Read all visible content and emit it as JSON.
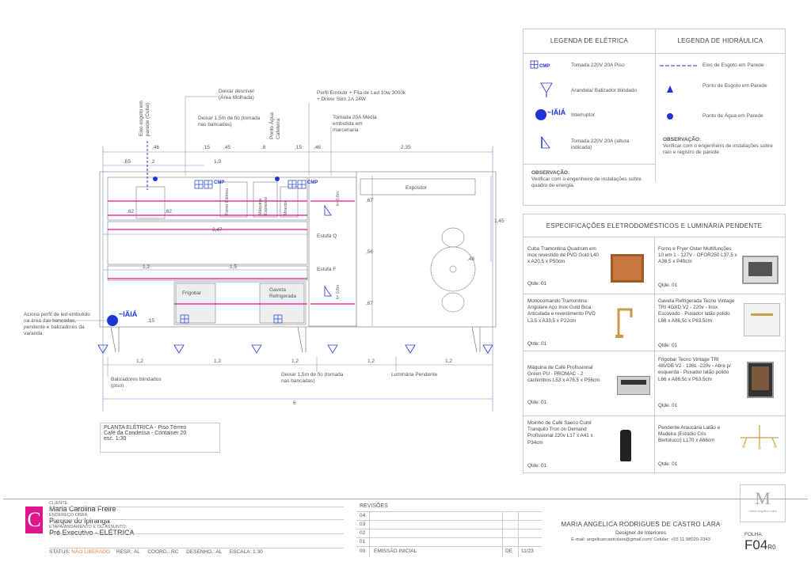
{
  "plan_labels": {
    "eixo_esgoto": "Eixo esgoto em parede (Cuba)",
    "deixar_desnivel": "Deixar desnível (Área Molhada)",
    "deixar_fio_top": "Deixar 1,5m de fio (tomada nas bancadas)",
    "ponto_agua": "Ponto Água Cafeteira",
    "perfil_embutir": "Perfil Embutir + Fita de Led 10w 3000k + Driver Slim 2A 24W",
    "tomada_20a": "Tomada 20A Média embutida em marcenaria",
    "forno_eletrico": "Forno Elétrico",
    "maquina_expresso": "Máquina Expresso",
    "moedor": "Moedor",
    "expositor": "Expositor",
    "estufa_q": "Estufa Q",
    "estufa_f": "Estufa F",
    "frigobar": "Frigobar",
    "gaveta_refrigerada": "Gaveta Refrigerada",
    "aciona_perfil": "Aciona perfil de led embutido na área das bancadas, pendente e balizadores da varanda",
    "balizadores": "Balizadores blindados (piso)",
    "deixar_fio_bottom": "Deixar 1,5m de fio (tomada nas bancadas)",
    "luminaria_pendente": "Luminária Pendente",
    "dims": {
      "d46a": ",46",
      "d15a": ",15",
      "d45": ",45",
      "d8": ",8",
      "d15b": ",15",
      "d46b": ",46",
      "d235": "2,35",
      "d65": ",65",
      "d2": ",2",
      "d19": "1,9",
      "d62a": ",62",
      "d62b": ",62",
      "d347": "3,47",
      "d12a": "1,2",
      "d15c": "1,5",
      "d67a": ",67",
      "d56": ",56",
      "d67b": ",67",
      "d48": ",48",
      "d145": "1,45",
      "d15d": ",15",
      "b12a": "1,2",
      "b12b": "1,2",
      "b12c": "1,2",
      "b12d": "1,2",
      "b12e": "1,2",
      "total": "6",
      "h08a": "h= 0,8m",
      "h08b": "h= 0,8m"
    },
    "cmp": "CMP",
    "switch_symbol": "~IÄIÁ"
  },
  "plan_title": {
    "line1": "PLANTA ELÉTRICA - Piso Térreo",
    "line2": "Café da Condessa - Container 20",
    "line3": "esc. 1:30"
  },
  "legend_eletrica": {
    "title": "LEGENDA DE ELÉTRICA",
    "items": [
      {
        "icon": "outlet-floor-icon",
        "symbol": "CMP",
        "label": "Tomada 220V 20A Piso"
      },
      {
        "icon": "sconce-icon",
        "label": "Arandela/ Balizador blindado"
      },
      {
        "icon": "switch-icon",
        "symbol": "~IÄIÁ",
        "label": "Interruptor"
      },
      {
        "icon": "outlet-wall-icon",
        "label": "Tomada 220V 20A (altura indicada)"
      }
    ],
    "obs_title": "OBSERVAÇÃO:",
    "obs_text": "Verificar com o engenheiro de instalações sobre quadro de energia."
  },
  "legend_hidraulica": {
    "title": "LEGENDA DE HIDRÁULICA",
    "items": [
      {
        "icon": "sewer-axis-icon",
        "label": "Eixo de Esgoto em Parede"
      },
      {
        "icon": "sewer-point-icon",
        "label": "Ponto de Esgoto em Parede"
      },
      {
        "icon": "water-point-icon",
        "label": "Ponto de Água em Parede"
      }
    ],
    "obs_title": "OBSERVAÇÃO:",
    "obs_text": "Verificar com o engenheiro de instalações sobre raio e registro de parede."
  },
  "specs": {
    "title": "ESPECIFICAÇÕES ELETRODOMÉSTICOS E LUMINÁRIA PENDENTE",
    "items": [
      {
        "text": "Cuba Tramontina Quadrum em Inox revestido de PVD Gold L40 x A20,5 x P50cm",
        "qtd": "Qtde: 01"
      },
      {
        "text": "Forno e Fryer Oster Multifunções 10 em 1 - 127V - OFOR250 L37,5 x A36,5 x P40cm",
        "qtd": "Qtde: 01"
      },
      {
        "text": "Monocomando Tramontina Angolare Aço Inox Gold Bica Articulada e revestimento PVD L3,5 x A33,5 x P22cm",
        "qtd": "Qtde: 01"
      },
      {
        "text": "Gaveta Refrigerada Tecno Vintage TRI 4GXD V2 - 220v - Inox Escovado - Puxador latão polido L66 x A86,5c x P63,5cm",
        "qtd": "Qtde: 01"
      },
      {
        "text": "Máquina de Café Profissional Green PU - PROMAC - 2 cachimbos L53 x A76,5 x P56cm",
        "qtd": "Qtde: 01"
      },
      {
        "text": "Frigobar Tecno Vintage TRI 48VDB V2 - 136L -220v - Abre p/ esquerda - Puxador latão polido L66 x A86,5c x P63,5cm",
        "qtd": "Qtde: 01"
      },
      {
        "text": "Moinho de Café Saeco Cuml Tranquilo Tron on Demand Profissional 220v L17 x A41 x P34cm",
        "qtd": "Qtde: 01"
      },
      {
        "text": "Pendente Araucária Latão e Madeira (Estúdio Cris Bertolucci) L170 x A66cm",
        "qtd": "Qtde: 01"
      }
    ]
  },
  "title_block": {
    "cliente_label": "CLIENTE:",
    "cliente": "Maria Carolina Freire",
    "endereco_label": "ENDEREÇO OBRA:",
    "endereco": "Parque do Ipiranga",
    "etapa_label": "ETAPA/ANDAMENTO E OU ASSUNTO:",
    "etapa": "Pré Executivo - ELÉTRICA",
    "status_label": "STATUS:",
    "status": "NÃO LIBERADO",
    "resp": "RESP.: AL",
    "coord": "COORD.: RC",
    "desenho": "DESENHO.: AL",
    "escala": "ESCALA: 1:30",
    "revisoes_title": "REVISÕES",
    "rev_nums": [
      "04",
      "03",
      "02",
      "01"
    ],
    "rev00": "00",
    "rev00_text": "EMISSÃO INICIAL",
    "rev00_de": "DE",
    "rev00_date": "11/23",
    "designer_name": "MARIA ANGÉLICA RODRIGUES DE CASTRO LARA",
    "designer_role": "Designer de Interiores",
    "designer_contact": "E-mail: angelicarcastrolara@gmail.com/ Celular: +55 11 98020-2343",
    "folha_label": "FOLHA:",
    "folha": "F04",
    "folha_rev": "R0",
    "logo_caption": "Maria Angélica Lara",
    "logo_letter": "C",
    "monogram": "M"
  },
  "colors": {
    "magenta": "#e0148c",
    "blue": "#1f35d6",
    "logo_bg": "#e0148c"
  }
}
